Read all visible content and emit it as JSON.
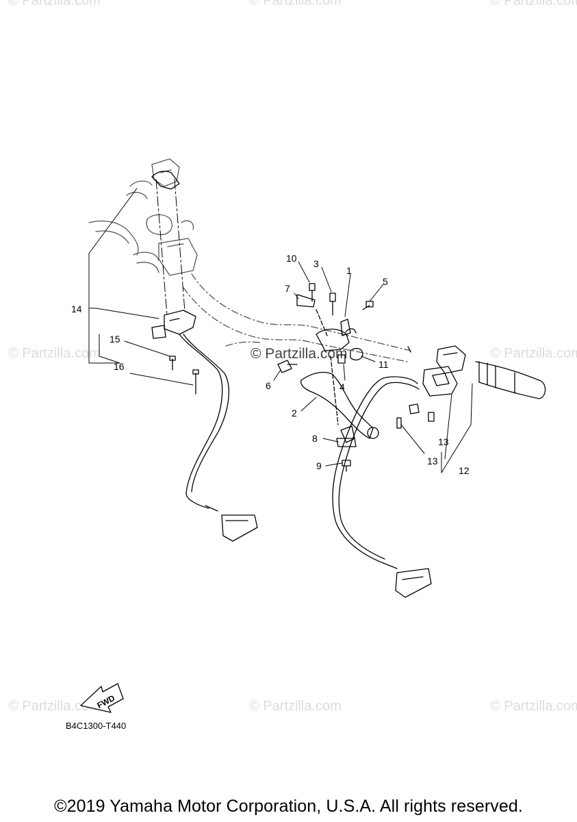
{
  "watermark_text": "© Partzilla.com",
  "diagram_code": "B4C1300-T440",
  "fwd_label": "FWD",
  "copyright": "©2019 Yamaha Motor Corporation, U.S.A. All rights reserved.",
  "callouts": [
    "1",
    "2",
    "3",
    "4",
    "5",
    "6",
    "7",
    "8",
    "9",
    "10",
    "11",
    "12",
    "13",
    "13",
    "14",
    "15",
    "16"
  ]
}
